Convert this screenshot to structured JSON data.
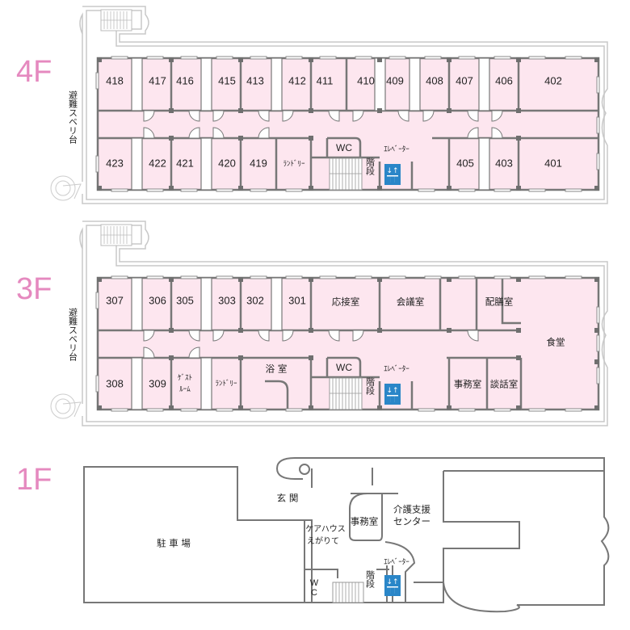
{
  "floors": {
    "f4": {
      "label": "4F",
      "escape_chute": "避難スベリ台",
      "top_rooms": [
        "418",
        "417",
        "416",
        "415",
        "413",
        "412",
        "411",
        "410",
        "409",
        "408",
        "407",
        "406",
        "402"
      ],
      "bottom_rooms": [
        "423",
        "422",
        "421",
        "420",
        "419"
      ],
      "laundry": "ﾗﾝﾄﾞﾘｰ",
      "wc": "WC",
      "stairs": "階段",
      "elevator": "ｴﾚﾍﾞｰﾀｰ",
      "bottom_right_rooms": [
        "405",
        "403",
        "401"
      ]
    },
    "f3": {
      "label": "3F",
      "escape_chute": "避難スベリ台",
      "top_rooms": [
        "307",
        "306",
        "305",
        "303",
        "302",
        "301"
      ],
      "reception": "応接室",
      "meeting": "会議室",
      "pantry": "配膳室",
      "dining": "食堂",
      "bottom_rooms": [
        "308",
        "309"
      ],
      "guest_room_1": "ｹﾞｽﾄ",
      "guest_room_2": "ﾙｰﾑ",
      "laundry": "ﾗﾝﾄﾞﾘｰ",
      "bath": "浴 室",
      "wc": "WC",
      "stairs": "階段",
      "elevator": "ｴﾚﾍﾞｰﾀｰ",
      "office": "事務室",
      "lounge": "談話室"
    },
    "f1": {
      "label": "1F",
      "parking": "駐 車 場",
      "entrance": "玄 関",
      "carehouse_1": "ケアハウス",
      "carehouse_2": "えがりて",
      "office": "事務室",
      "care_center_1": "介護支援",
      "care_center_2": "センター",
      "wc_w": "W",
      "wc_c": "C",
      "stairs": "階段",
      "elevator": "ｴﾚﾍﾞｰﾀｰ"
    }
  },
  "colors": {
    "floor_label": "#e589bf",
    "room_fill": "#fde6ef",
    "wall": "#777777",
    "elevator_icon": "#2a86c8"
  }
}
